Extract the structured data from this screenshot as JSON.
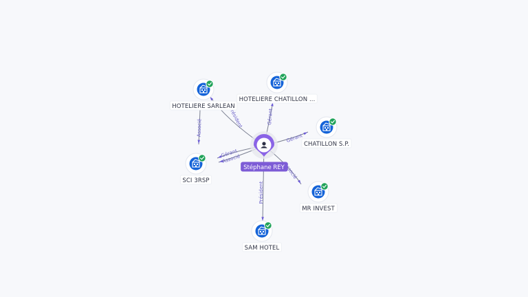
{
  "colors": {
    "background": "#f7f8fb",
    "edge": "#7a7f91",
    "edge_label": "#6d63c9",
    "company_icon": "#1463d8",
    "verified_badge": "#21a35a",
    "person_marker": "#8a63e6",
    "person_label_bg": "#7d5cd6"
  },
  "person": {
    "name": "Stéphane REY",
    "icon": "user-icon"
  },
  "companies": [
    {
      "id": "hoteliere-sarlean",
      "label": "HOTELIERE SARLEAN",
      "icon": "building-icon",
      "verified": true
    },
    {
      "id": "hoteliere-chatillon",
      "label": "HOTELIERE CHATILLON ...",
      "icon": "building-icon",
      "verified": true
    },
    {
      "id": "chatillon-sp",
      "label": "CHATILLON S.P.",
      "icon": "building-icon",
      "verified": true
    },
    {
      "id": "sci-3rsp",
      "label": "SCI 3RSP",
      "icon": "building-icon",
      "verified": true
    },
    {
      "id": "mr-invest",
      "label": "MR INVEST",
      "icon": "building-icon",
      "verified": true
    },
    {
      "id": "sam-hotel",
      "label": "SAM HOTEL",
      "icon": "building-icon",
      "verified": true
    }
  ],
  "relations": [
    {
      "from": "person",
      "to": "hoteliere-sarlean",
      "label": "Président"
    },
    {
      "from": "person",
      "to": "hoteliere-chatillon",
      "label": "Gérant"
    },
    {
      "from": "person",
      "to": "chatillon-sp",
      "label": "Gérant"
    },
    {
      "from": "person",
      "to": "sci-3rsp",
      "label": "Gérant"
    },
    {
      "from": "person",
      "to": "sci-3rsp",
      "label": "Associé"
    },
    {
      "from": "person",
      "to": "mr-invest",
      "label": "Associé"
    },
    {
      "from": "person",
      "to": "sam-hotel",
      "label": "Président"
    },
    {
      "from": "hoteliere-sarlean",
      "to": "sci-3rsp",
      "label": "Associé"
    }
  ]
}
